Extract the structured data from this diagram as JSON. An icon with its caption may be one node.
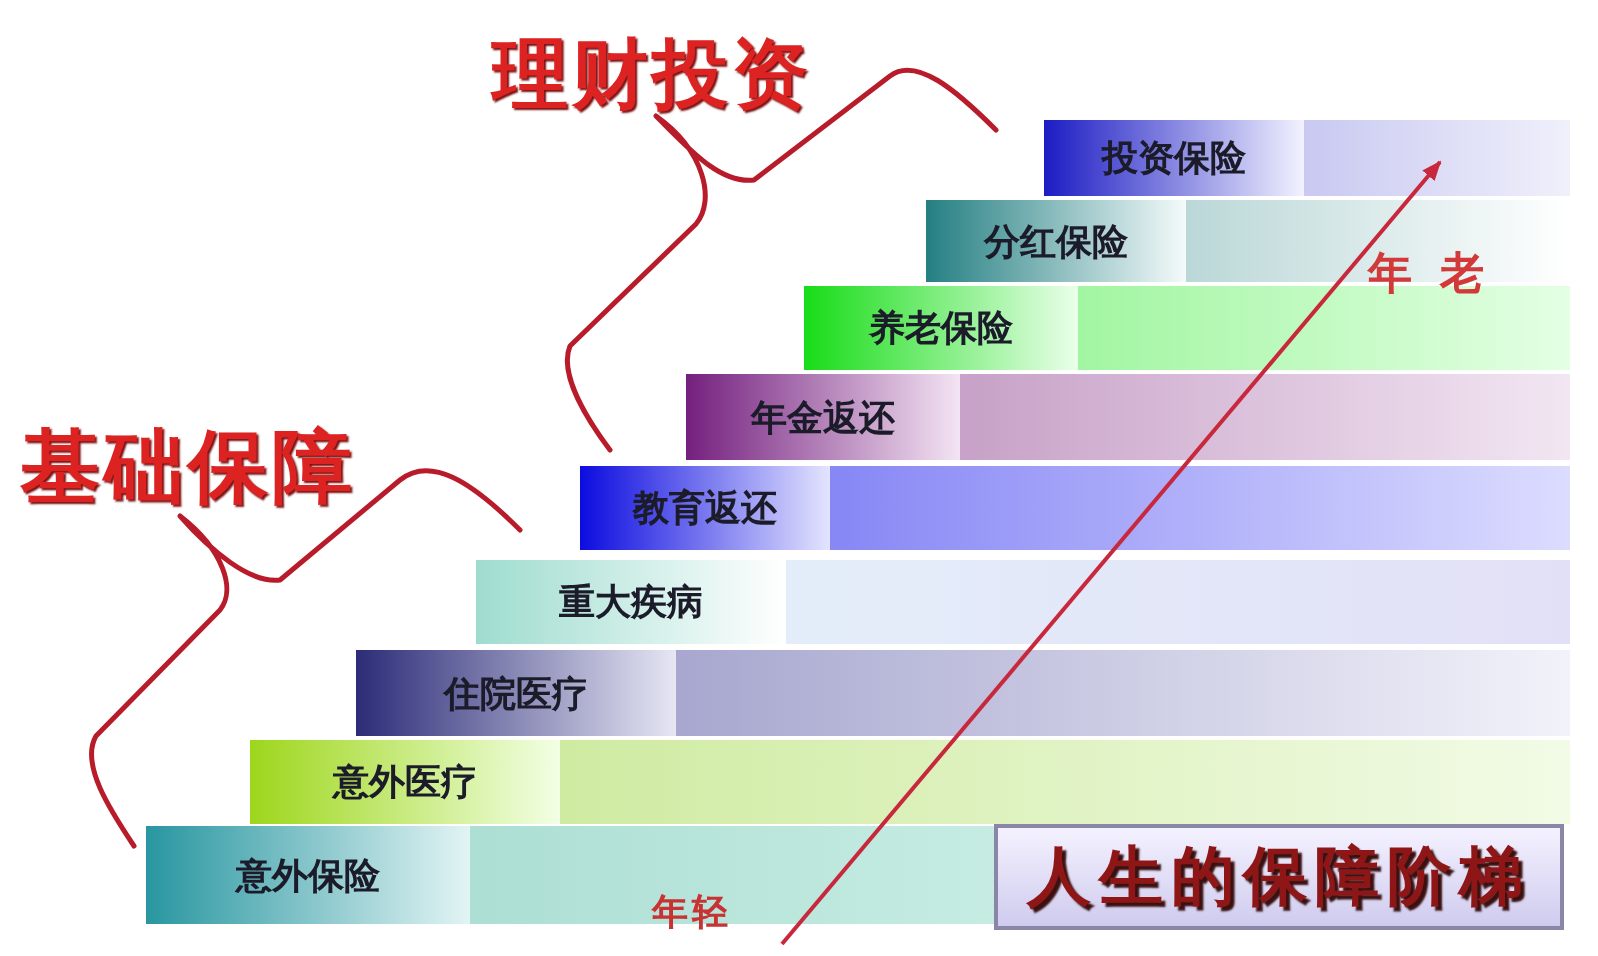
{
  "diagram": {
    "title": "人生的保障阶梯",
    "nodes": [
      {
        "text": [
          "投资保险"
        ]
      },
      {
        "text": [
          "分红保险"
        ]
      },
      {
        "text": [
          "养老保险"
        ]
      },
      {
        "text": [
          "年金返还"
        ]
      },
      {
        "text": [
          "教育返还"
        ]
      },
      {
        "text": [
          "重大疾病"
        ]
      },
      {
        "text": [
          "住院医疗"
        ]
      },
      {
        "text": [
          "意外医疗"
        ]
      },
      {
        "text": [
          "意外保险"
        ]
      }
    ],
    "labels": [
      "理财投资",
      "年老",
      "基础保障",
      "年轻"
    ]
  }
}
